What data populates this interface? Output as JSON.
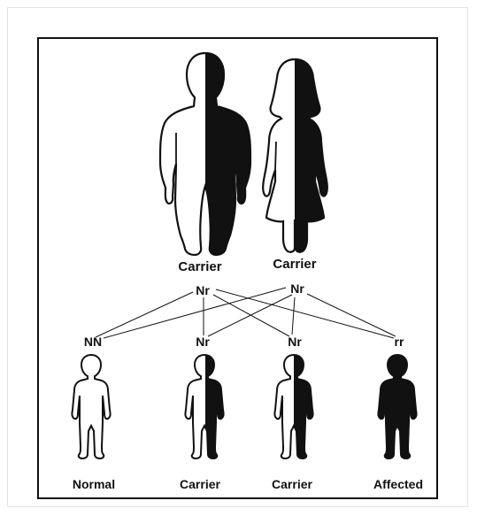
{
  "parents": {
    "father": {
      "label": "Carrier",
      "genotype": "Nr"
    },
    "mother": {
      "label": "Carrier",
      "genotype": "Nr"
    }
  },
  "offspring": [
    {
      "genotype": "NN",
      "label": "Normal",
      "fill": "none"
    },
    {
      "genotype": "Nr",
      "label": "Carrier",
      "fill": "half"
    },
    {
      "genotype": "Nr",
      "label": "Carrier",
      "fill": "half"
    },
    {
      "genotype": "rr",
      "label": "Affected",
      "fill": "full"
    }
  ],
  "colors": {
    "ink": "#111111",
    "background": "#ffffff",
    "border": "#e3e3e3"
  }
}
